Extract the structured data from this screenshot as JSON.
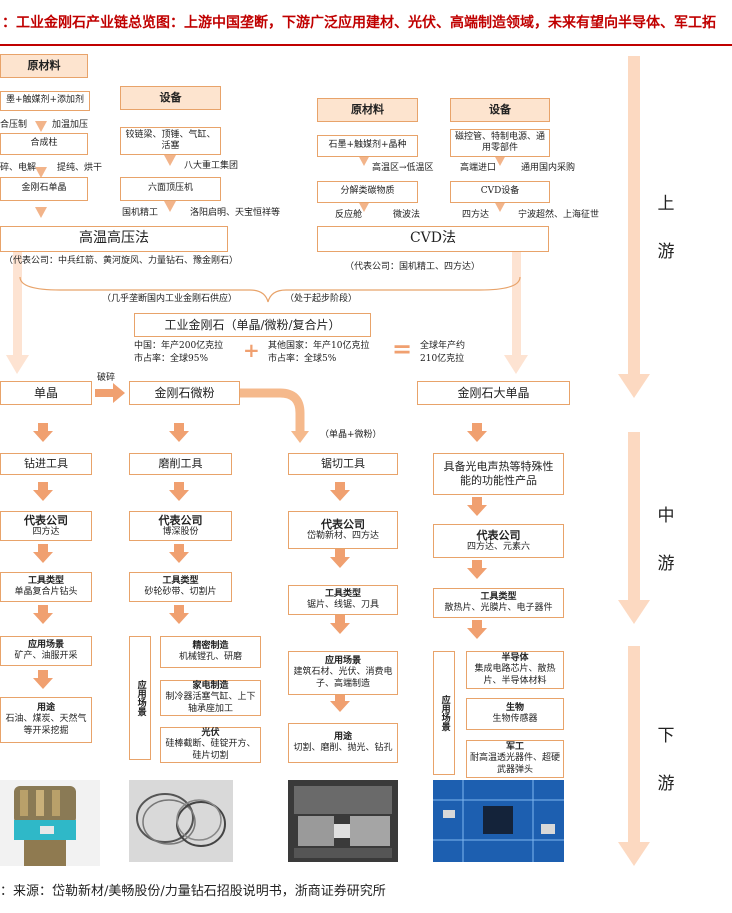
{
  "title": "：工业金刚石产业链总览图：上游中国垄断，下游广泛应用建材、光伏、高端制造领域，未来有望向半导体、军工拓",
  "source": "：来源：岱勒新材/美畅股份/力量钻石招股说明书，浙商证券研究所",
  "stages": {
    "up": "上游",
    "mid": "中游",
    "down": "下游"
  },
  "colors": {
    "border": "#e8a36a",
    "header_fill": "#fde4cf",
    "arrow": "#f0a070",
    "title": "#c00000"
  },
  "hpht": {
    "raw_header": "原材料",
    "raw_materials": "墨+触媒剂+添加剂",
    "process1": "合压制",
    "process1b": "加温加压",
    "synth_column": "合成柱",
    "process2a": "碎、电解",
    "process2b": "提纯、烘干",
    "single_crystal": "金刚石单晶",
    "equip_header": "设备",
    "equip_parts": "铰链梁、顶锤、气缸、活塞",
    "equip_makers": "八大重工集团",
    "press": "六面顶压机",
    "press_makers_a": "国机精工",
    "press_makers_b": "洛阳启明、天宝恒祥等",
    "method": "高温高压法",
    "companies": "（代表公司：中兵红箭、黄河旋风、力量钻石、豫金刚石）",
    "note": "（几乎垄断国内工业金刚石供应）"
  },
  "cvd": {
    "raw_header": "原材料",
    "raw_materials": "石墨+触媒剂+晶种",
    "flow": "高温区→低温区",
    "decompose": "分解类碳物质",
    "reaction": "反应舱",
    "deposition": "微波法",
    "equip_header": "设备",
    "equip_parts": "磁控管、特制电源、通用零部件",
    "import": "高端进口",
    "domestic": "通用国内采购",
    "device": "CVD设备",
    "makers_a": "四方达",
    "makers_b": "宁波超然、上海征世",
    "method": "CVD法",
    "companies": "（代表公司：国机精工、四方达）",
    "note": "（处于起步阶段）"
  },
  "industrial": {
    "name": "工业金刚石（单晶/微粉/复合片）",
    "china_a": "中国：年产200亿克拉",
    "china_b": "市占率：全球95%",
    "plus": "+",
    "other_a": "其他国家：年产10亿克拉",
    "other_b": "市占率：全球5%",
    "eq": "=",
    "total_a": "全球年产约",
    "total_b": "210亿克拉"
  },
  "mid": {
    "single": "单晶",
    "crush": "破碎",
    "powder": "金刚石微粉",
    "large_single": "金刚石大单晶",
    "powder_mix": "（单晶+微粉）"
  },
  "columns": [
    {
      "tool": "钻进工具",
      "company_header": "代表公司",
      "company": "四方达",
      "type_header": "工具类型",
      "type": "单晶复合片钻头",
      "scene_header": "应用场景",
      "scene": "矿产、油服开采",
      "use_header": "用途",
      "use": "石油、煤炭、天然气等开采挖掘"
    },
    {
      "tool": "磨削工具",
      "company_header": "代表公司",
      "company": "博深股份",
      "type_header": "工具类型",
      "type": "砂轮砂带、切割片",
      "scene_label": "应用场景",
      "scenes": [
        {
          "header": "精密制造",
          "text": "机械镗孔、研磨"
        },
        {
          "header": "家电制造",
          "text": "制冷器活塞气缸、上下轴承座加工"
        },
        {
          "header": "光伏",
          "text": "硅棒截断、硅锭开方、硅片切割"
        }
      ]
    },
    {
      "tool": "锯切工具",
      "company_header": "代表公司",
      "company": "岱勒新材、四方达",
      "type_header": "工具类型",
      "type": "锯片、线锯、刀具",
      "scene_header": "应用场景",
      "scene": "建筑石材、光伏、消费电子、高端制造",
      "use_header": "用途",
      "use": "切割、磨削、抛光、钻孔"
    },
    {
      "tool": "具备光电声热等特殊性能的功能性产品",
      "company_header": "代表公司",
      "company": "四方达、元素六",
      "type_header": "工具类型",
      "type": "散热片、光膜片、电子器件",
      "scene_label": "应用场景",
      "scenes": [
        {
          "header": "半导体",
          "text": "集成电路芯片、散热片、半导体材料"
        },
        {
          "header": "生物",
          "text": "生物传感器"
        },
        {
          "header": "军工",
          "text": "耐高温透光器件、超硬武器弹头"
        }
      ]
    }
  ],
  "photos": [
    {
      "name": "drill-bit-photo-icon"
    },
    {
      "name": "diamond-wire-photo-icon"
    },
    {
      "name": "cnc-cutting-photo-icon"
    },
    {
      "name": "circuit-board-photo-icon"
    }
  ]
}
